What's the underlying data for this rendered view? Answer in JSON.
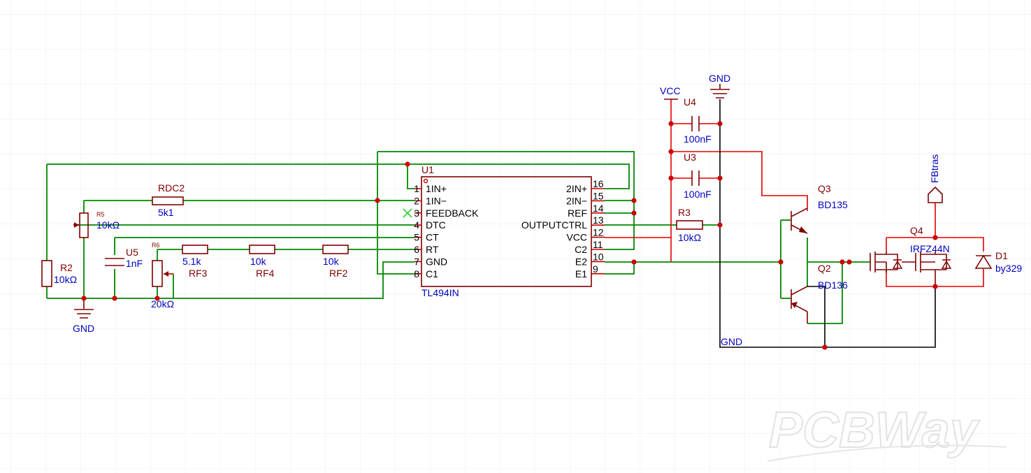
{
  "watermark": "PCBWay",
  "ic": {
    "ref": "U1",
    "part": "TL494IN",
    "left_pins": [
      {
        "num": "1",
        "name": "1IN+"
      },
      {
        "num": "2",
        "name": "1IN−"
      },
      {
        "num": "3",
        "name": "FEEDBACK"
      },
      {
        "num": "4",
        "name": "DTC"
      },
      {
        "num": "5",
        "name": "CT"
      },
      {
        "num": "6",
        "name": "RT"
      },
      {
        "num": "7",
        "name": "GND"
      },
      {
        "num": "8",
        "name": "C1"
      }
    ],
    "right_pins": [
      {
        "num": "16",
        "name": "2IN+"
      },
      {
        "num": "15",
        "name": "2IN−"
      },
      {
        "num": "14",
        "name": "REF"
      },
      {
        "num": "13",
        "name": "OUTPUTCTRL"
      },
      {
        "num": "12",
        "name": "VCC"
      },
      {
        "num": "11",
        "name": "C2"
      },
      {
        "num": "10",
        "name": "E2"
      },
      {
        "num": "9",
        "name": "E1"
      }
    ]
  },
  "components": {
    "rdc2": {
      "ref": "RDC2",
      "value": "5k1"
    },
    "r5": {
      "ref": "R5",
      "value": "10kΩ"
    },
    "r2": {
      "ref": "R2",
      "value": "10kΩ"
    },
    "u5": {
      "ref": "U5",
      "value": "1nF"
    },
    "r6": {
      "ref": "R6",
      "value": "20kΩ"
    },
    "rf3": {
      "ref": "RF3",
      "value": "5.1k"
    },
    "rf4": {
      "ref": "RF4",
      "value": "10k"
    },
    "rf2": {
      "ref": "RF2",
      "value": "10k"
    },
    "u4": {
      "ref": "U4",
      "value": "100nF"
    },
    "u3": {
      "ref": "U3",
      "value": "100nF"
    },
    "r3": {
      "ref": "R3",
      "value": "10kΩ"
    },
    "q3": {
      "ref": "Q3",
      "value": "BD135"
    },
    "q2": {
      "ref": "Q2",
      "value": "BD136"
    },
    "q4": {
      "ref": "Q4",
      "value": "IRFZ44N"
    },
    "d1": {
      "ref": "D1",
      "value": "by329"
    }
  },
  "nets": {
    "gnd_left": "GND",
    "gnd_top": "GND",
    "gnd_bottom": "GND",
    "vcc": "VCC",
    "fbtras": "FBtras"
  }
}
